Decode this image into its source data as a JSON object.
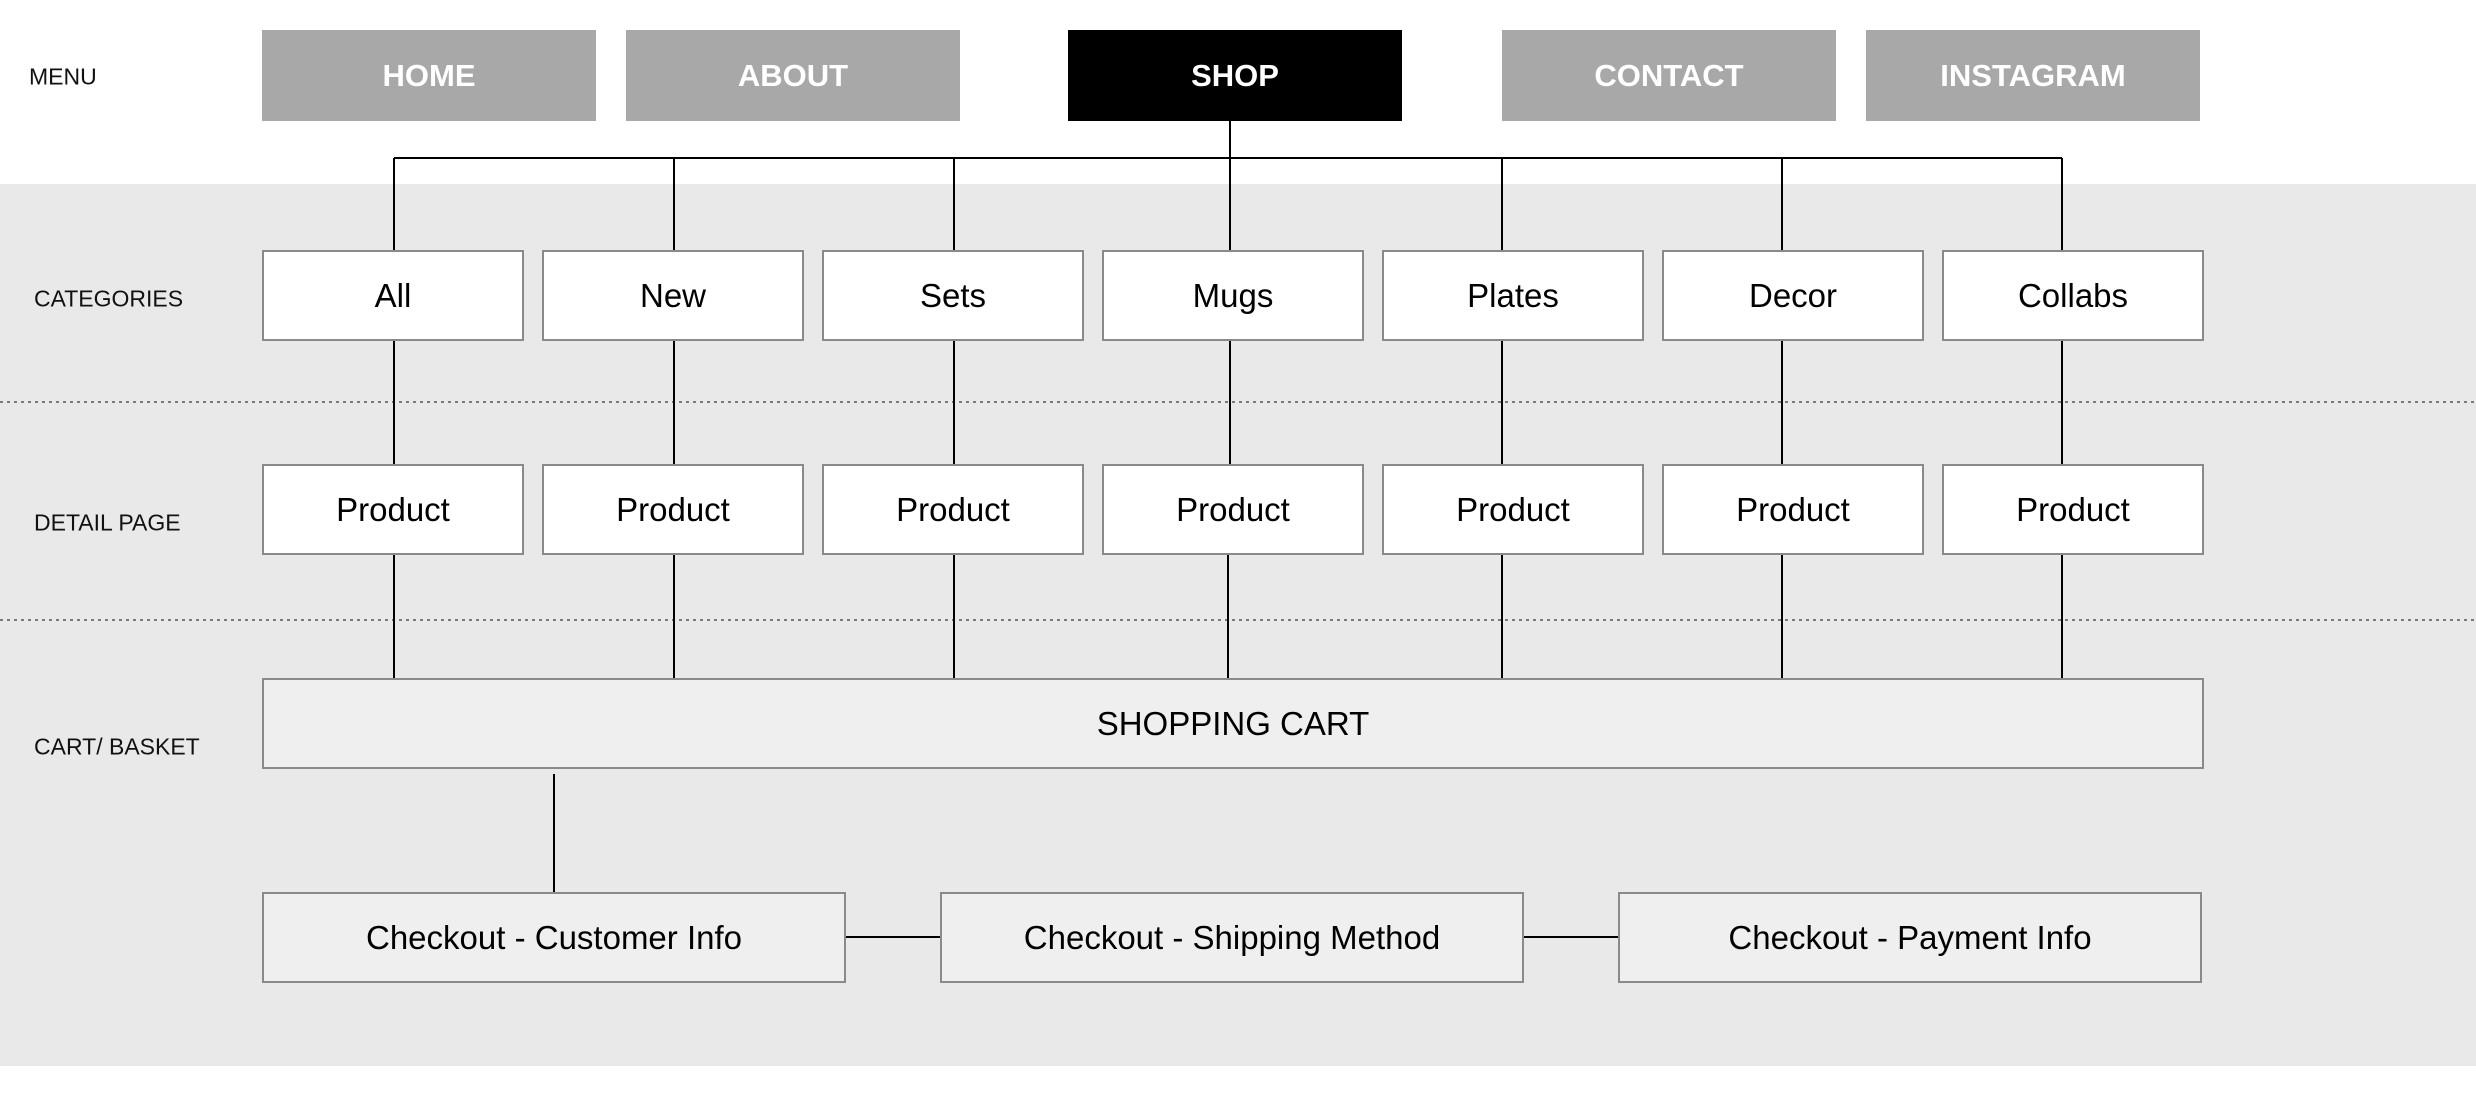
{
  "row_labels": {
    "menu": "MENU",
    "categories": "CATEGORIES",
    "detail": "DETAIL PAGE",
    "cart": "CART/ BASKET"
  },
  "nav": [
    {
      "label": "HOME",
      "active": false
    },
    {
      "label": "ABOUT",
      "active": false
    },
    {
      "label": "SHOP",
      "active": true
    },
    {
      "label": "CONTACT",
      "active": false
    },
    {
      "label": "INSTAGRAM",
      "active": false
    }
  ],
  "categories": [
    "All",
    "New",
    "Sets",
    "Mugs",
    "Plates",
    "Decor",
    "Collabs"
  ],
  "product_label": "Product",
  "cart_label": "SHOPPING CART",
  "checkout": [
    "Checkout - Customer Info",
    "Checkout - Shipping Method",
    "Checkout - Payment Info"
  ],
  "colors": {
    "nav_inactive": "#a8a8a8",
    "nav_active": "#000000",
    "band": "#e9e9e9",
    "connector": "#000000"
  }
}
